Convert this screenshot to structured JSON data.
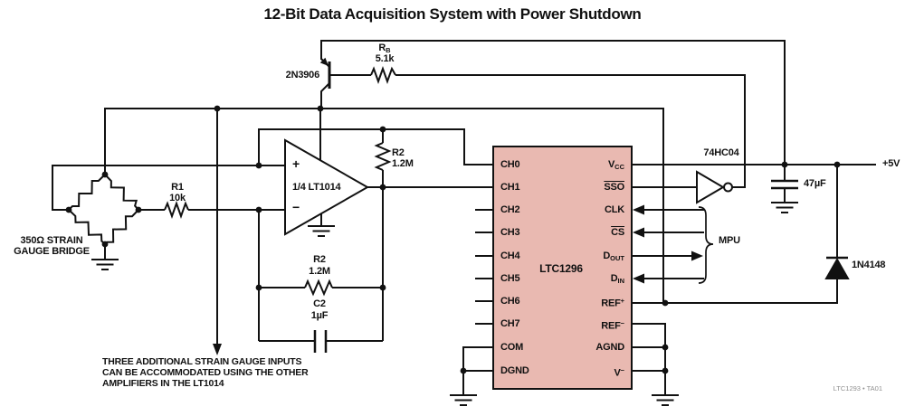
{
  "colors": {
    "ic_fill": "#e9b9b1",
    "wire": "#111111",
    "footer_text": "#8f8f8f"
  },
  "title": "12-Bit Data Acquisition System with Power Shutdown",
  "transistor": {
    "label": "2N3906"
  },
  "rb": {
    "name": "R",
    "sub": "B",
    "value": "5.1k"
  },
  "r1": {
    "name": "R1",
    "value": "10k"
  },
  "r2_input": {
    "name": "R2",
    "value": "1.2M"
  },
  "r2_feedback": {
    "name": "R2",
    "value": "1.2M"
  },
  "c2": {
    "name": "C2",
    "value": "1µF"
  },
  "bridge": {
    "line1": "350Ω STRAIN",
    "line2": "GAUGE BRIDGE"
  },
  "opamp": {
    "label": "1/4 LT1014",
    "plus": "+",
    "minus": "−"
  },
  "adc": {
    "name": "LTC1296",
    "pins_left": [
      "CH0",
      "CH1",
      "CH2",
      "CH3",
      "CH4",
      "CH5",
      "CH6",
      "CH7",
      "COM",
      "DGND"
    ],
    "pins_right": [
      {
        "main": "V",
        "sub": "CC"
      },
      {
        "main": "SSO"
      },
      {
        "main": "CLK"
      },
      {
        "main": "CS"
      },
      {
        "main": "D",
        "sub": "OUT"
      },
      {
        "main": "D",
        "sub": "IN"
      },
      {
        "main": "REF",
        "sup": "+"
      },
      {
        "main": "REF",
        "sup": "−"
      },
      {
        "main": "AGND"
      },
      {
        "main": "V",
        "sup": "−"
      }
    ]
  },
  "inverter": {
    "label": "74HC04"
  },
  "cap47": {
    "value": "47µF"
  },
  "diode": {
    "label": "1N4148"
  },
  "supply": {
    "label": "+5V"
  },
  "mpu": {
    "label": "MPU"
  },
  "note": {
    "line1": "THREE ADDITIONAL STRAIN GAUGE INPUTS",
    "line2": "CAN BE ACCOMMODATED USING THE OTHER",
    "line3": "AMPLIFIERS IN THE LT1014"
  },
  "footer": "LTC1293 • TA01"
}
